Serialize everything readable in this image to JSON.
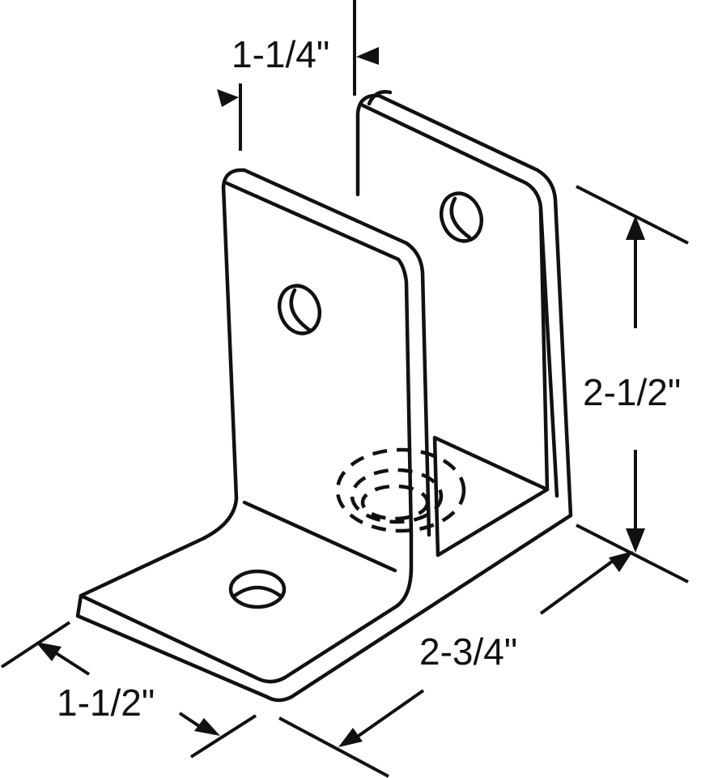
{
  "diagram": {
    "subject": "L-shaped double-ear mounting bracket",
    "colors": {
      "line": "#111111",
      "background": "#ffffff"
    },
    "dimensions": {
      "ear_spacing": "1-1/4\"",
      "height": "2-1/2\"",
      "depth": "2-3/4\"",
      "base_width": "1-1/2\""
    },
    "features": {
      "mounting_holes_visible": 3,
      "hidden_hole": "dashed countersunk hole"
    }
  }
}
